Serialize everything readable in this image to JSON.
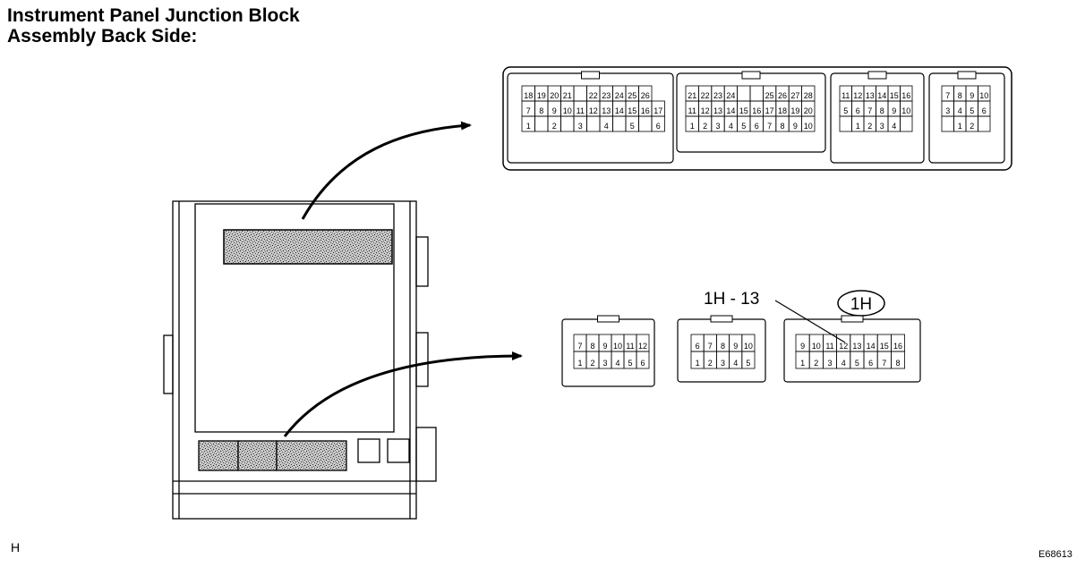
{
  "title": {
    "line1": "Instrument Panel Junction Block",
    "line2": "Assembly Back Side:"
  },
  "callout_label": "1H - 13",
  "connector_badge": "1H",
  "footer": {
    "left": "H",
    "right": "E68613"
  },
  "top_connectors": [
    {
      "rows": [
        [
          "18",
          "19",
          "20",
          "21",
          "",
          "22",
          "23",
          "24",
          "25",
          "26"
        ],
        [
          "7",
          "8",
          "9",
          "10",
          "11",
          "12",
          "13",
          "14",
          "15",
          "16",
          "17"
        ],
        [
          "1",
          "",
          "2",
          "",
          "3",
          "",
          "4",
          "",
          "5",
          "",
          "6"
        ]
      ]
    },
    {
      "rows": [
        [
          "21",
          "22",
          "23",
          "24",
          "",
          "",
          "25",
          "26",
          "27",
          "28"
        ],
        [
          "11",
          "12",
          "13",
          "14",
          "15",
          "16",
          "17",
          "18",
          "19",
          "20"
        ],
        [
          "1",
          "2",
          "3",
          "4",
          "5",
          "6",
          "7",
          "8",
          "9",
          "10"
        ]
      ]
    },
    {
      "rows": [
        [
          "11",
          "12",
          "13",
          "14",
          "15",
          "16"
        ],
        [
          "5",
          "6",
          "7",
          "8",
          "9",
          "10"
        ],
        [
          "",
          "1",
          "2",
          "3",
          "4",
          ""
        ]
      ]
    },
    {
      "rows": [
        [
          "7",
          "8",
          "9",
          "10"
        ],
        [
          "3",
          "4",
          "5",
          "6"
        ],
        [
          "",
          "1",
          "2",
          ""
        ]
      ]
    }
  ],
  "bottom_connectors": [
    {
      "rows": [
        [
          "7",
          "8",
          "9",
          "10",
          "11",
          "12"
        ],
        [
          "1",
          "2",
          "3",
          "4",
          "5",
          "6"
        ]
      ]
    },
    {
      "rows": [
        [
          "6",
          "7",
          "8",
          "9",
          "10"
        ],
        [
          "1",
          "2",
          "3",
          "4",
          "5"
        ]
      ]
    },
    {
      "rows": [
        [
          "9",
          "10",
          "11",
          "12",
          "13",
          "14",
          "15",
          "16"
        ],
        [
          "1",
          "2",
          "3",
          "4",
          "5",
          "6",
          "7",
          "8"
        ]
      ]
    }
  ]
}
